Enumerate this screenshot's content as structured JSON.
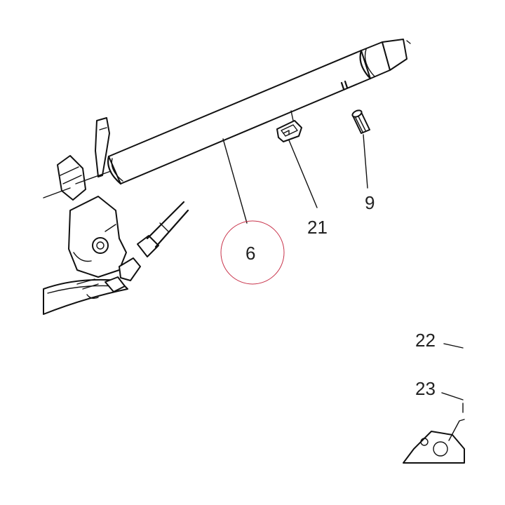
{
  "callouts": {
    "c6": "6",
    "c9": "9",
    "c21": "21",
    "c22": "22",
    "c23": "23"
  },
  "highlight": {
    "target": "6",
    "color": "#c8324a"
  }
}
